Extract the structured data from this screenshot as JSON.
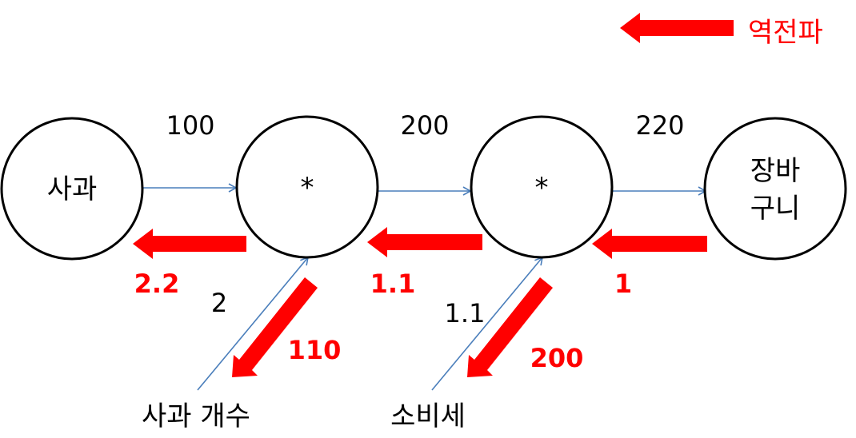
{
  "colors": {
    "backprop": "#ff0000",
    "forward": "#4a7ebb",
    "node_stroke": "#000000"
  },
  "legend": {
    "label": "역전파"
  },
  "nodes": {
    "apple": {
      "label": "사과"
    },
    "mul1": {
      "label": "*"
    },
    "mul2": {
      "label": "*"
    },
    "basket": {
      "line1": "장바",
      "line2": "구니"
    }
  },
  "forward_values": {
    "apple_to_mul1": "100",
    "mul1_to_mul2": "200",
    "mul2_to_basket": "220",
    "apple_count": "2",
    "tax": "1.1"
  },
  "inputs": {
    "apple_count": "사과 개수",
    "tax": "소비세"
  },
  "backward_values": {
    "to_apple": "2.2",
    "to_mul1": "1.1",
    "to_mul2": "1",
    "to_apple_count": "110",
    "to_tax": "200"
  }
}
